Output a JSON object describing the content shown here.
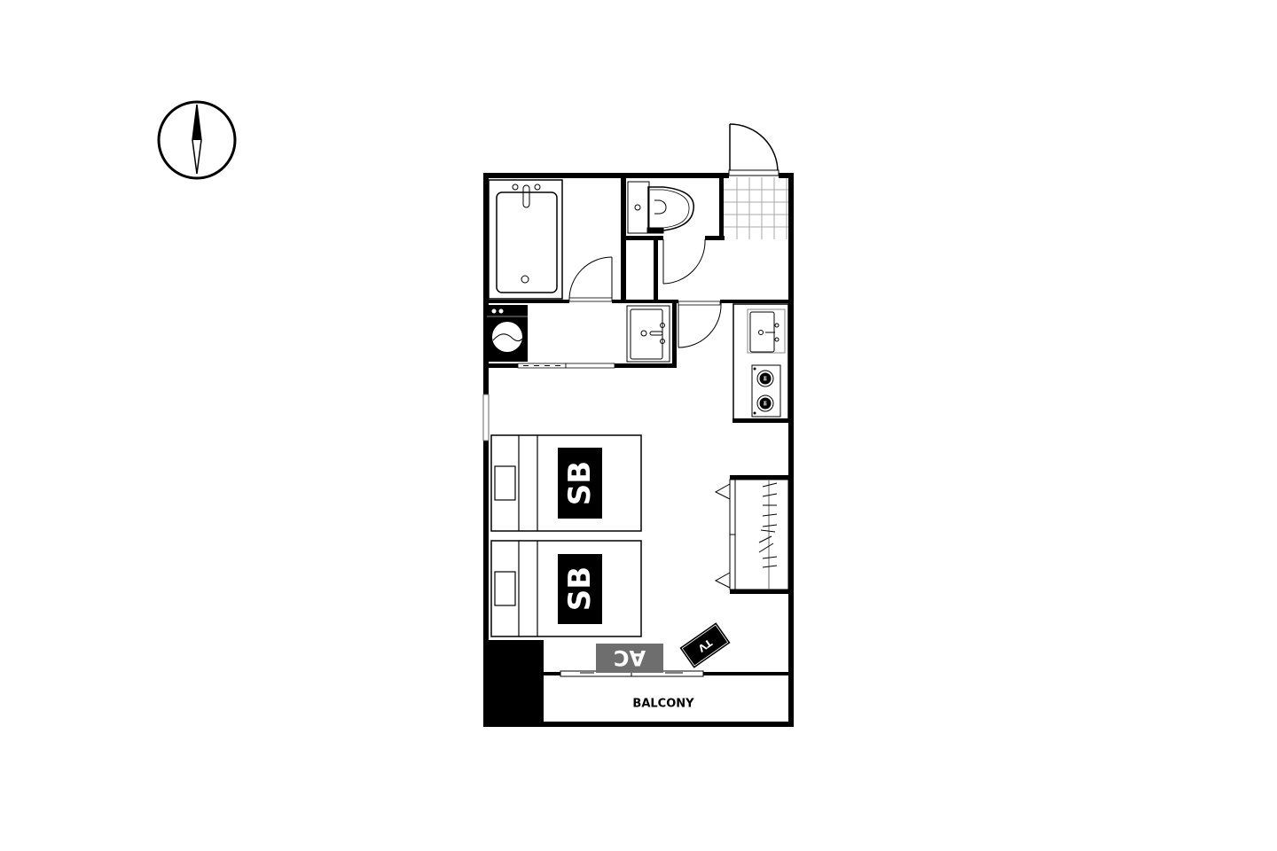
{
  "floorplan": {
    "beds": [
      {
        "label": "SB"
      },
      {
        "label": "SB"
      }
    ],
    "ac_label": "AC",
    "tv_label": "TV",
    "balcony_label": "BALCONY",
    "stove_burners": [
      {
        "label": "HI"
      },
      {
        "label": "HI"
      }
    ]
  },
  "colors": {
    "wall": "#000000",
    "ac_fill": "#6e6e6e",
    "tile_grid": "#aaaaaa",
    "fixture_stroke": "#444444"
  },
  "icons": {
    "compass": "north-arrow-icon"
  }
}
